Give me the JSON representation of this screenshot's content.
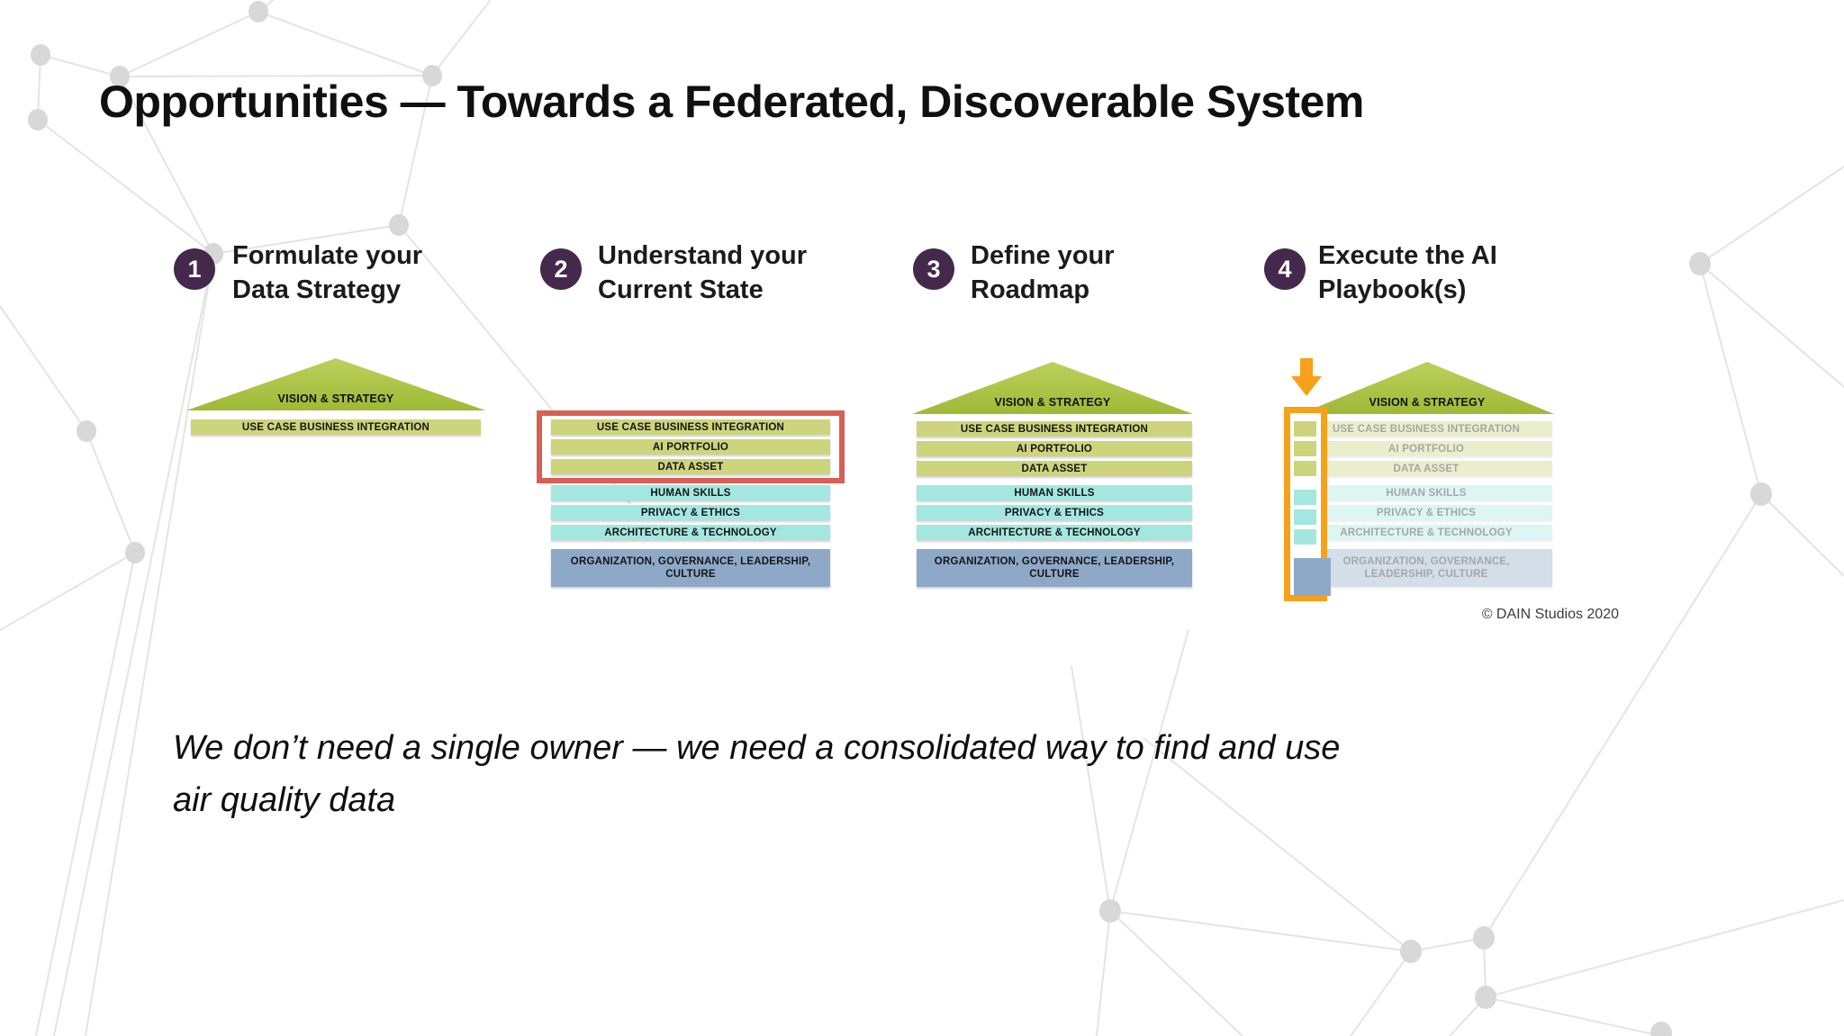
{
  "slide": {
    "title": "Opportunities — Towards a Federated, Discoverable System",
    "quote_lines": [
      "We don’t need a single owner — we need a consolidated way to find and use",
      "air quality data"
    ],
    "attribution": "© DAIN Studios 2020"
  },
  "steps": [
    {
      "number": "1",
      "label": "Formulate your Data Strategy"
    },
    {
      "number": "2",
      "label": "Understand your Current State"
    },
    {
      "number": "3",
      "label": "Define your Roadmap"
    },
    {
      "number": "4",
      "label": "Execute the AI Playbook(s)"
    }
  ],
  "house": {
    "roof_label": "VISION & STRATEGY",
    "bars": [
      {
        "label": "USE CASE BUSINESS INTEGRATION"
      },
      {
        "label": "AI PORTFOLIO"
      },
      {
        "label": "DATA ASSET"
      },
      {
        "label": "HUMAN SKILLS"
      },
      {
        "label": "PRIVACY & ETHICS"
      },
      {
        "label": "ARCHITECTURE & TECHNOLOGY"
      },
      {
        "label": "ORGANIZATION, GOVERNANCE, LEADERSHIP, CULTURE"
      }
    ]
  },
  "icons": {
    "step4_arrow": "down-arrow-icon"
  },
  "colors": {
    "roof_green": "#9fb935",
    "strategy_bar": "#cdd47c",
    "enabler_bar": "#a3e8e0",
    "foundation_bar": "#8ea9c8",
    "highlight_red": "#d85f55",
    "highlight_orange": "#f7a11a",
    "step_circle": "#45294d"
  }
}
